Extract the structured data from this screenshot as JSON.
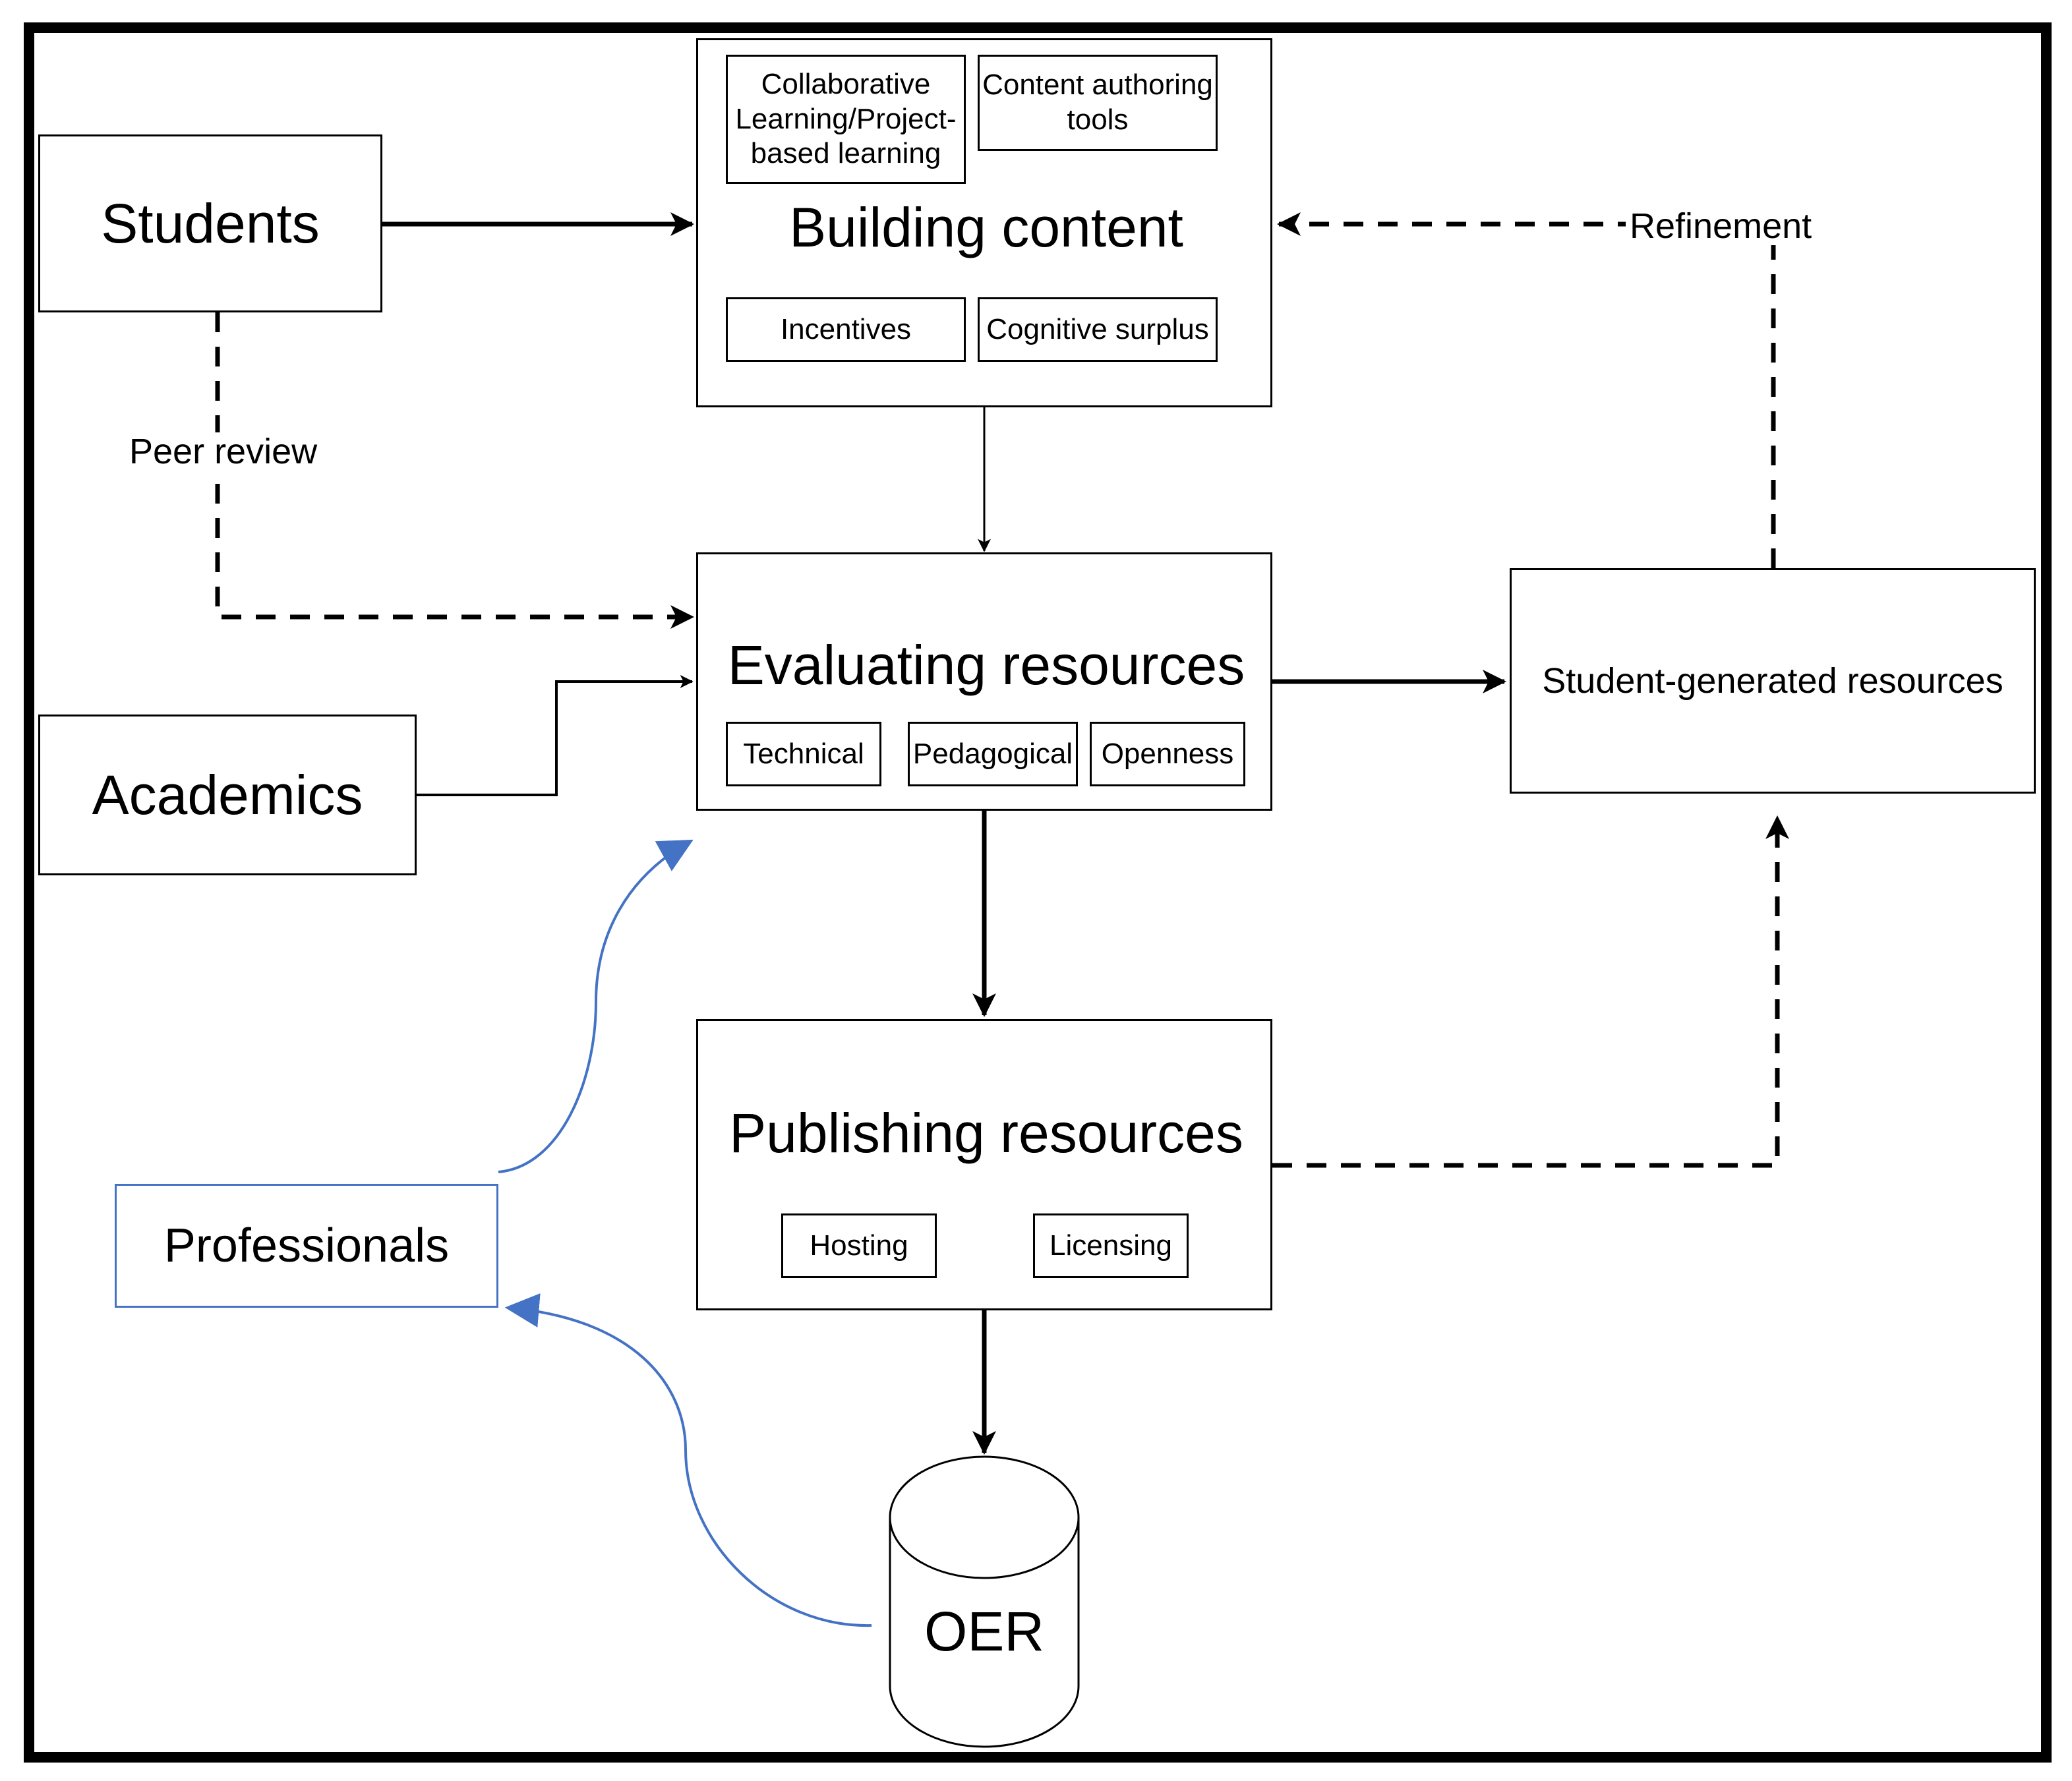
{
  "nodes": {
    "students": "Students",
    "academics": "Academics",
    "professionals": "Professionals",
    "building": {
      "title": "Building content",
      "factors": [
        "Collaborative\nLearning/Project-\nbased learning",
        "Content authoring\ntools",
        "Incentives",
        "Cognitive surplus"
      ]
    },
    "evaluating": {
      "title": "Evaluating resources",
      "factors": [
        "Technical",
        "Pedagogical",
        "Openness"
      ]
    },
    "publishing": {
      "title": "Publishing resources",
      "factors": [
        "Hosting",
        "Licensing"
      ]
    },
    "student_generated": "Student-generated resources",
    "oer": "OER"
  },
  "edge_labels": {
    "peer_review": "Peer review",
    "refinement": "Refinement"
  },
  "colors": {
    "line": "#000000",
    "professionals_accent": "#4472c4"
  }
}
